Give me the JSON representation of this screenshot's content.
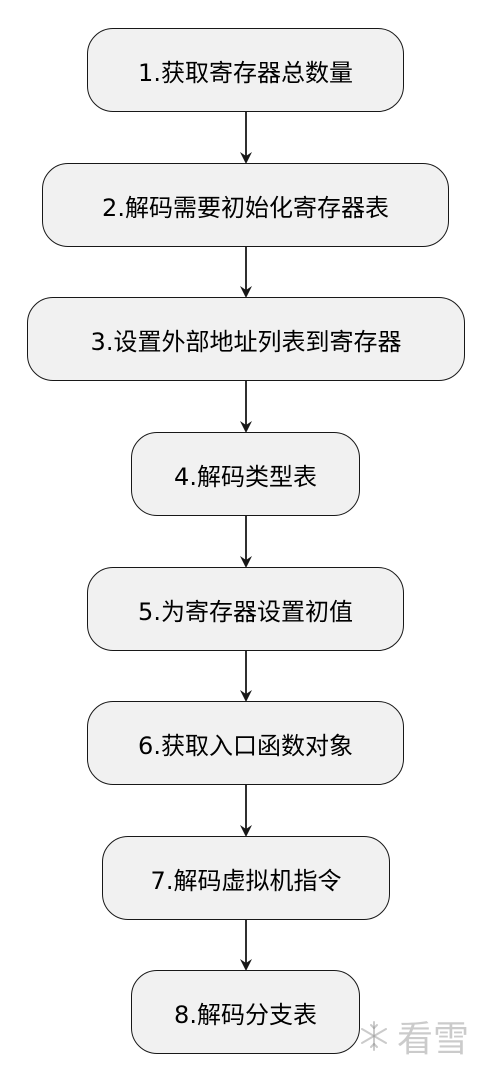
{
  "steps": [
    "1.获取寄存器总数量",
    "2.解码需要初始化寄存器表",
    "3.设置外部地址列表到寄存器",
    "4.解码类型表",
    "5.为寄存器设置初值",
    "6.获取入口函数对象",
    "7.解码虚拟机指令",
    "8.解码分支表"
  ],
  "watermark": {
    "text": "看雪",
    "icon": "snowflake-logo-icon"
  },
  "colors": {
    "node_fill": "#f1f1f1",
    "node_border": "#181818",
    "arrow": "#181818"
  }
}
